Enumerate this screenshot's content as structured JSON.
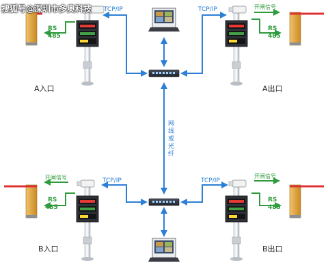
{
  "watermark": "搜狐号@深圳市多奥科技",
  "colors": {
    "link": "#2b7fd6",
    "control": "#2e9b3c",
    "barrier_body": "#e0a23a",
    "arm_red": "#d33",
    "switch": "#333842"
  },
  "labels": {
    "tcp": "TCP/IP",
    "rs": "RS",
    "rs_num": "485",
    "gate_signal": "开闸信号",
    "network_vertical": "网线或光纤"
  },
  "stations": {
    "a_entry": "A入口",
    "a_exit": "A出口",
    "b_entry": "B入口",
    "b_exit": "B出口"
  }
}
